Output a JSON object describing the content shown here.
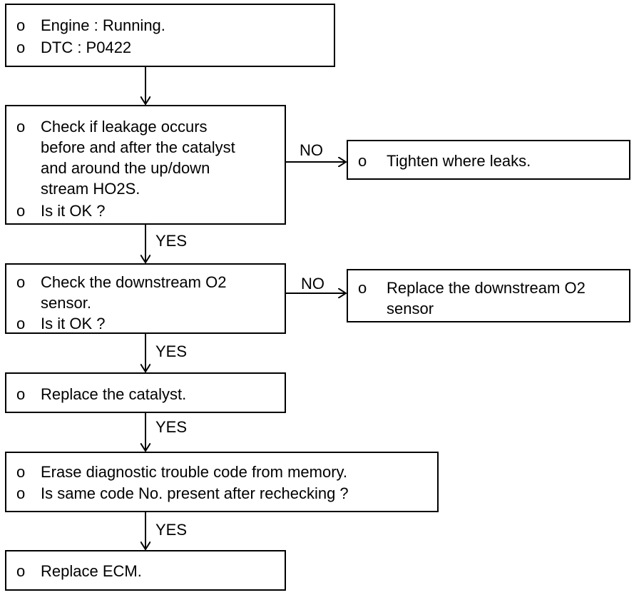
{
  "bullet": "o",
  "box1": {
    "lines": [
      "Engine : Running.",
      "DTC : P0422"
    ]
  },
  "box2": {
    "lines": [
      "Check if leakage occurs",
      "before and after the catalyst",
      "and around the up/down",
      "stream HO2S.",
      "Is it OK ?"
    ]
  },
  "box2_no": {
    "lines": [
      "Tighten where leaks."
    ]
  },
  "box3": {
    "lines": [
      "Check the downstream O2",
      "sensor.",
      "Is it OK ?"
    ]
  },
  "box3_no": {
    "lines": [
      "Replace the downstream O2",
      "sensor"
    ]
  },
  "box4": {
    "lines": [
      "Replace the catalyst."
    ]
  },
  "box5": {
    "lines": [
      "Erase diagnostic trouble code from memory.",
      "Is same code No. present after rechecking ?"
    ]
  },
  "box6": {
    "lines": [
      "Replace ECM."
    ]
  },
  "labels": {
    "no1": "NO",
    "no2": "NO",
    "yes1": "YES",
    "yes2": "YES",
    "yes3": "YES",
    "yes4": "YES"
  }
}
